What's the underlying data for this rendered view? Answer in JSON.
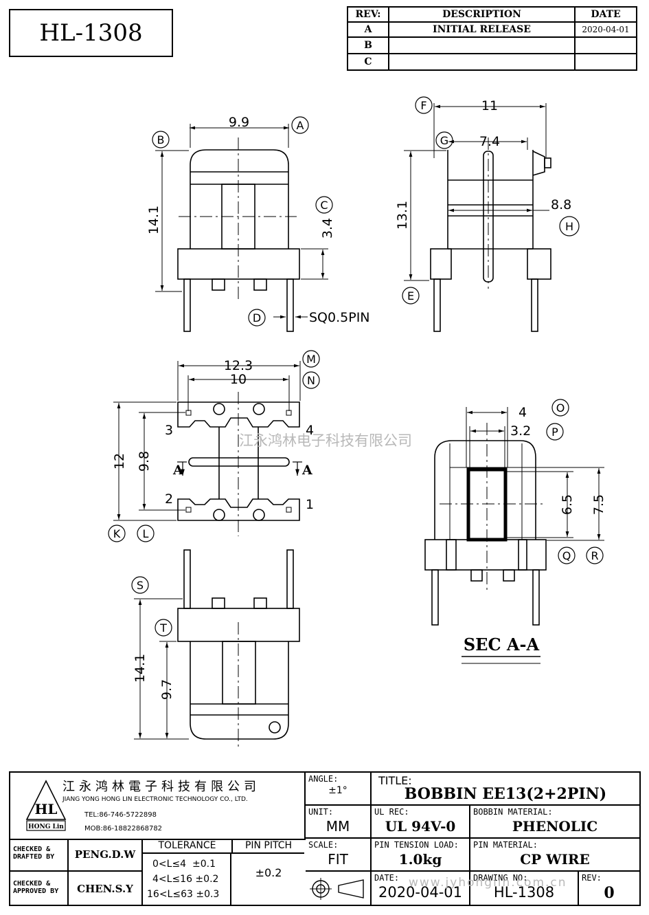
{
  "part_number": "HL-1308",
  "revision_table": {
    "headers": {
      "rev": "REV:",
      "description": "DESCRIPTION",
      "date": "DATE"
    },
    "rows": [
      {
        "rev": "A",
        "description": "INITIAL RELEASE",
        "date": "2020-04-01"
      },
      {
        "rev": "B",
        "description": "",
        "date": ""
      },
      {
        "rev": "C",
        "description": "",
        "date": ""
      }
    ]
  },
  "dimensions": {
    "front": {
      "width": "9.9",
      "height": "14.1",
      "base": "3.4",
      "pin": "SQ0.5PIN"
    },
    "side": {
      "overall": "11",
      "inner": "7.4",
      "height": "13.1",
      "core": "8.8"
    },
    "bottom": {
      "outer": "12.3",
      "inner": "10",
      "row_span": "12",
      "pin_row": "9.8"
    },
    "section": {
      "w_outer": "4",
      "w_inner": "3.2",
      "h_inner": "6.5",
      "h_outer": "7.5"
    },
    "rear": {
      "total": "14.1",
      "body": "9.7"
    }
  },
  "callouts": [
    "A",
    "B",
    "C",
    "D",
    "E",
    "F",
    "G",
    "H",
    "M",
    "N",
    "K",
    "L",
    "O",
    "P",
    "Q",
    "R",
    "S",
    "T"
  ],
  "pin_numbers": [
    "1",
    "2",
    "3",
    "4"
  ],
  "section_marker": "A",
  "section_title": "SEC A-A",
  "watermark": "江永鸿林电子科技有限公司",
  "watermark_url": "www.jyhonglin.com.cn",
  "company": {
    "name_cn": "江永鸿林電子科技有限公司",
    "name_en": "JIANG YONG HONG LIN ELECTRONIC TECHNOLOGY CO., LTD.",
    "tel": "TEL:86-746-5722898",
    "mob": "MOB:86-18822868782",
    "logo_text": "HL",
    "logo_sub": "HONG Lin"
  },
  "title_block": {
    "angle_label": "ANGLE:",
    "angle_value": "±1°",
    "title_label": "TITLE:",
    "title_value": "BOBBIN EE13(2+2PIN)",
    "unit_label": "UNIT:",
    "unit_value": "MM",
    "ul_label": "UL REC:",
    "ul_value": "UL 94V-0",
    "material_label": "BOBBIN MATERIAL:",
    "material_value": "PHENOLIC",
    "checked_drafted_label": "CHECKED & DRAFTED BY",
    "checked_drafted_value": "PENG.D.W",
    "checked_approved_label": "CHECKED & APPROVED BY",
    "checked_approved_value": "CHEN.S.Y",
    "tolerance_label": "TOLERANCE",
    "tolerances": [
      "0<L≤4  ±0.1",
      "4<L≤16 ±0.2",
      "16<L≤63 ±0.3"
    ],
    "pin_pitch_label": "PIN PITCH",
    "pin_pitch_value": "±0.2",
    "scale_label": "SCALE:",
    "scale_value": "FIT",
    "tension_label": "PIN TENSION LOAD:",
    "tension_value": "1.0kg",
    "pin_material_label": "PIN MATERIAL:",
    "pin_material_value": "CP WIRE",
    "date_label": "DATE:",
    "date_value": "2020-04-01",
    "drawing_label": "DRAWING NO:",
    "drawing_value": "HL-1308",
    "rev_label": "REV:",
    "rev_value": "0"
  }
}
